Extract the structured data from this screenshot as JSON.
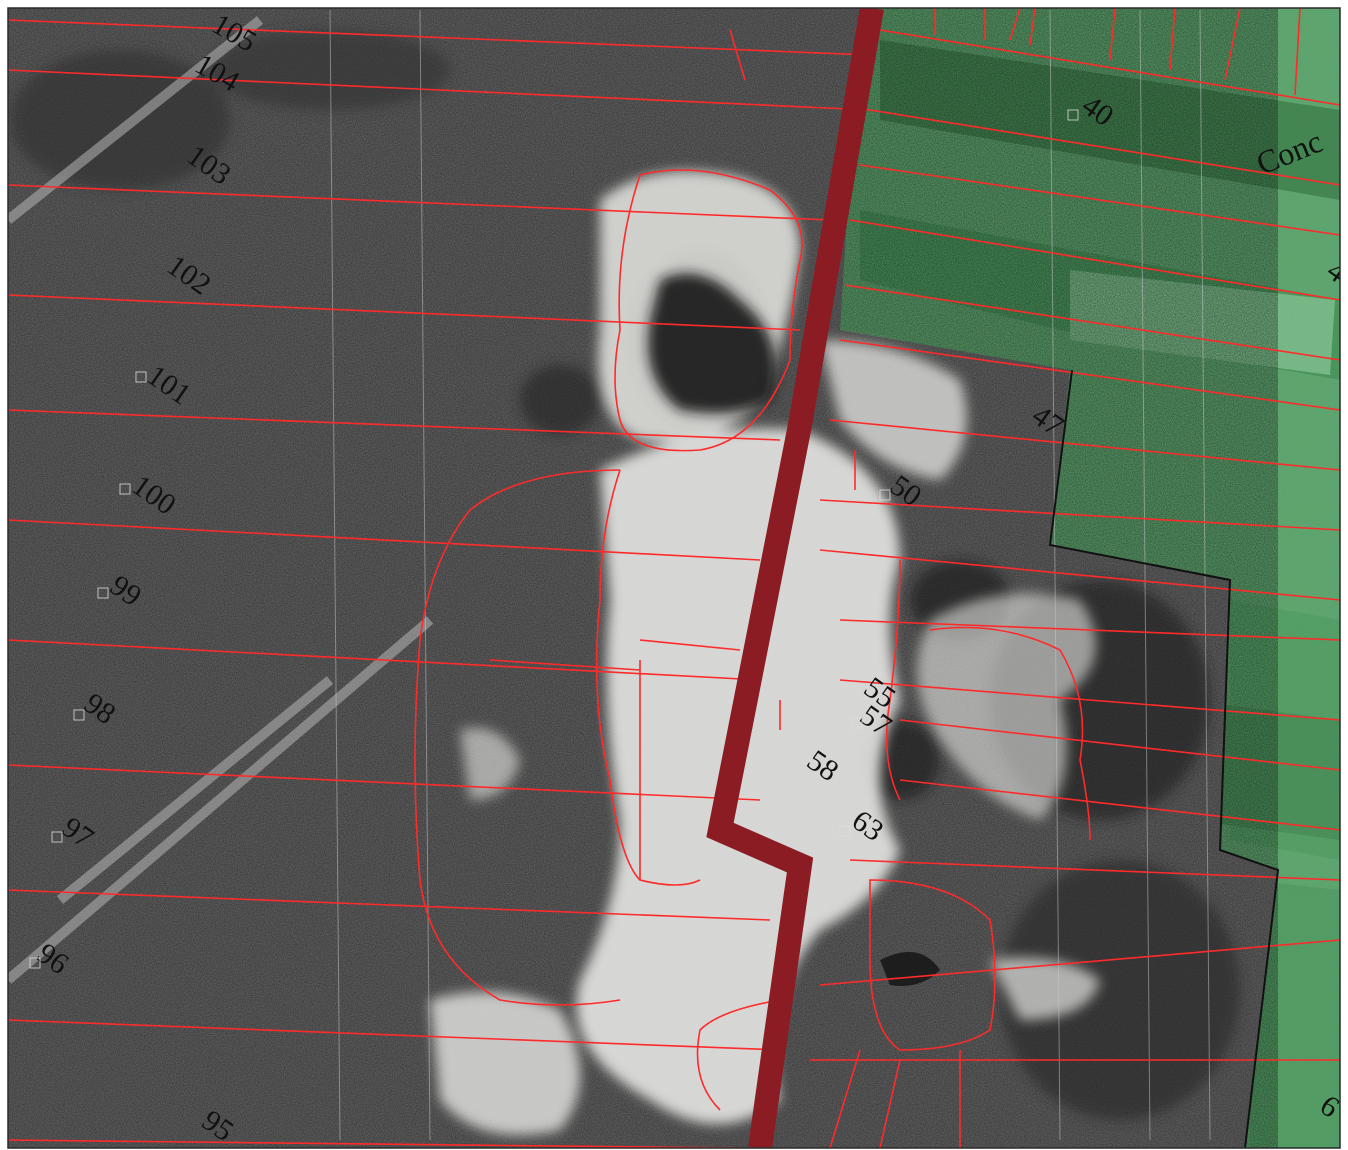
{
  "map": {
    "colors": {
      "grey_base": "#6b6b6b",
      "grey_dark": "#3a3a3a",
      "green_base": "#5fa86e",
      "green_dark": "#2f6e3c",
      "bright_area": "#e6e6e3",
      "parcel_line": "#ff2a2a",
      "boundary_line": "#8b1c24",
      "label_text": "#111111"
    },
    "road_label": "Conc",
    "lot_labels": {
      "l105": "105",
      "l104": "104",
      "l103": "103",
      "l102": "102",
      "l101": "101",
      "l100": "100",
      "l99": "99",
      "l98": "98",
      "l97": "97",
      "l96": "96",
      "l95": "95",
      "l40": "40",
      "l47": "47",
      "l50": "50",
      "l55": "55",
      "l57": "57",
      "l58": "58",
      "l63": "63",
      "lr1": "4",
      "lr2": "6"
    }
  }
}
